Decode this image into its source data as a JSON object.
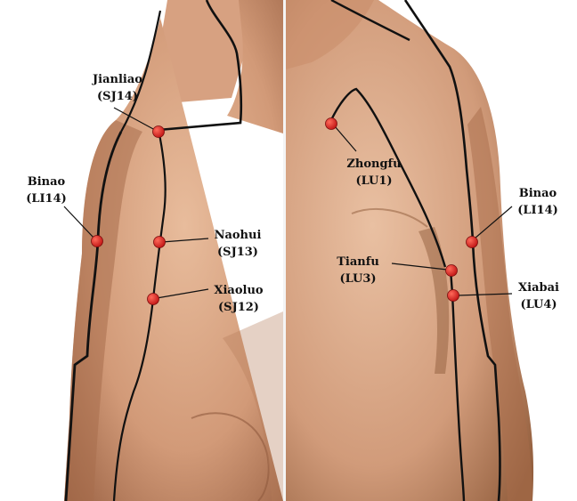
{
  "colors": {
    "background": "#ffffff",
    "skin_light": "#e7b99a",
    "skin_mid": "#c98a68",
    "skin_dark": "#8c5a3e",
    "meridian_line": "#111111",
    "acupoint": "#d42020",
    "divider": "#f4f4f4"
  },
  "panels": [
    {
      "view": "back",
      "points": [
        {
          "name": "Jianliao",
          "code": "(SJ14)"
        },
        {
          "name": "Binao",
          "code": "(LI14)"
        },
        {
          "name": "Naohui",
          "code": "(SJ13)"
        },
        {
          "name": "Xiaoluo",
          "code": "(SJ12)"
        }
      ]
    },
    {
      "view": "front",
      "points": [
        {
          "name": "Zhongfu",
          "code": "(LU1)"
        },
        {
          "name": "Binao",
          "code": "(LI14)"
        },
        {
          "name": "Tianfu",
          "code": "(LU3)"
        },
        {
          "name": "Xiabai",
          "code": "(LU4)"
        }
      ]
    }
  ]
}
